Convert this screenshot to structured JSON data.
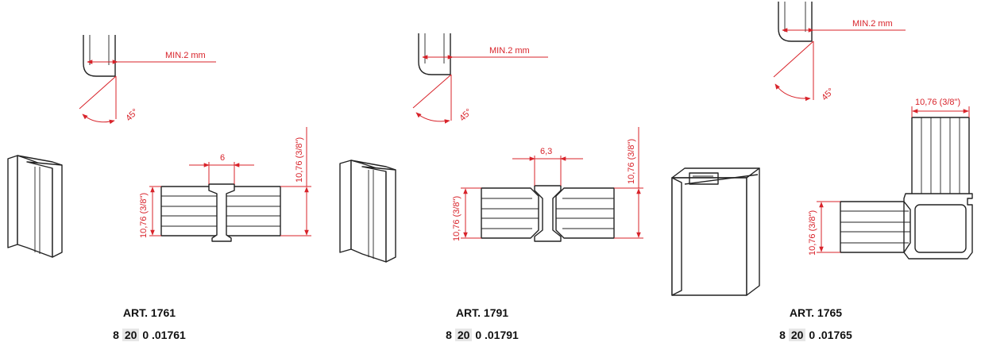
{
  "colors": {
    "dimension": "#d8232a",
    "outline": "#222222",
    "highlight": "#e6e6e6"
  },
  "products": [
    {
      "art": "ART. 1761",
      "code_a": "8",
      "code_b": "20",
      "code_c": "0 .01761",
      "min_label": "MIN.2 mm",
      "angle_label": "45°",
      "width_label": "6",
      "height_label_left": "10,76 (3/8\")",
      "height_label_right": "10,76 (3/8\")"
    },
    {
      "art": "ART. 1791",
      "code_a": "8",
      "code_b": "20",
      "code_c": "0 .01791",
      "min_label": "MIN.2 mm",
      "angle_label": "45°",
      "width_label": "6,3",
      "height_label_left": "10,76 (3/8\")",
      "height_label_right": "10,76 (3/8\")"
    },
    {
      "art": "ART. 1765",
      "code_a": "8",
      "code_b": "20",
      "code_c": "0 .01765",
      "min_label": "MIN.2 mm",
      "angle_label": "45°",
      "top_label": "10,76 (3/8\")",
      "height_label_left": "10,76 (3/8\")"
    }
  ]
}
